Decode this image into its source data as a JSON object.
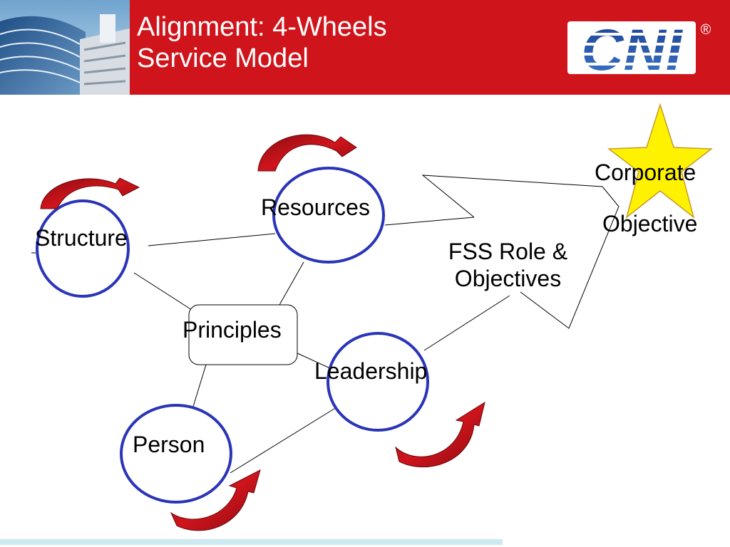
{
  "slide": {
    "title_line1": "Alignment: 4-Wheels",
    "title_line2": "Service Model",
    "brand_logo_text": "CNI",
    "registered_mark": "®"
  },
  "diagram": {
    "wheels": {
      "structure": "Structure",
      "resources": "Resources",
      "leadership": "Leadership",
      "person": "Person"
    },
    "hub": "Principles",
    "fss_line1": "FSS Role &",
    "fss_line2": "Objectives",
    "goal_line1": "Corporate",
    "goal_line2": "Objective",
    "icons": {
      "wheels": "circle-outline",
      "rotation": "curved-arrow",
      "goal": "star"
    }
  },
  "colors": {
    "header_red": "#d0141b",
    "wheel_blue": "#2a34b8",
    "arrow_red": "#c8102e",
    "star_yellow": "#fff200",
    "footer_blue": "#cde9f2"
  }
}
